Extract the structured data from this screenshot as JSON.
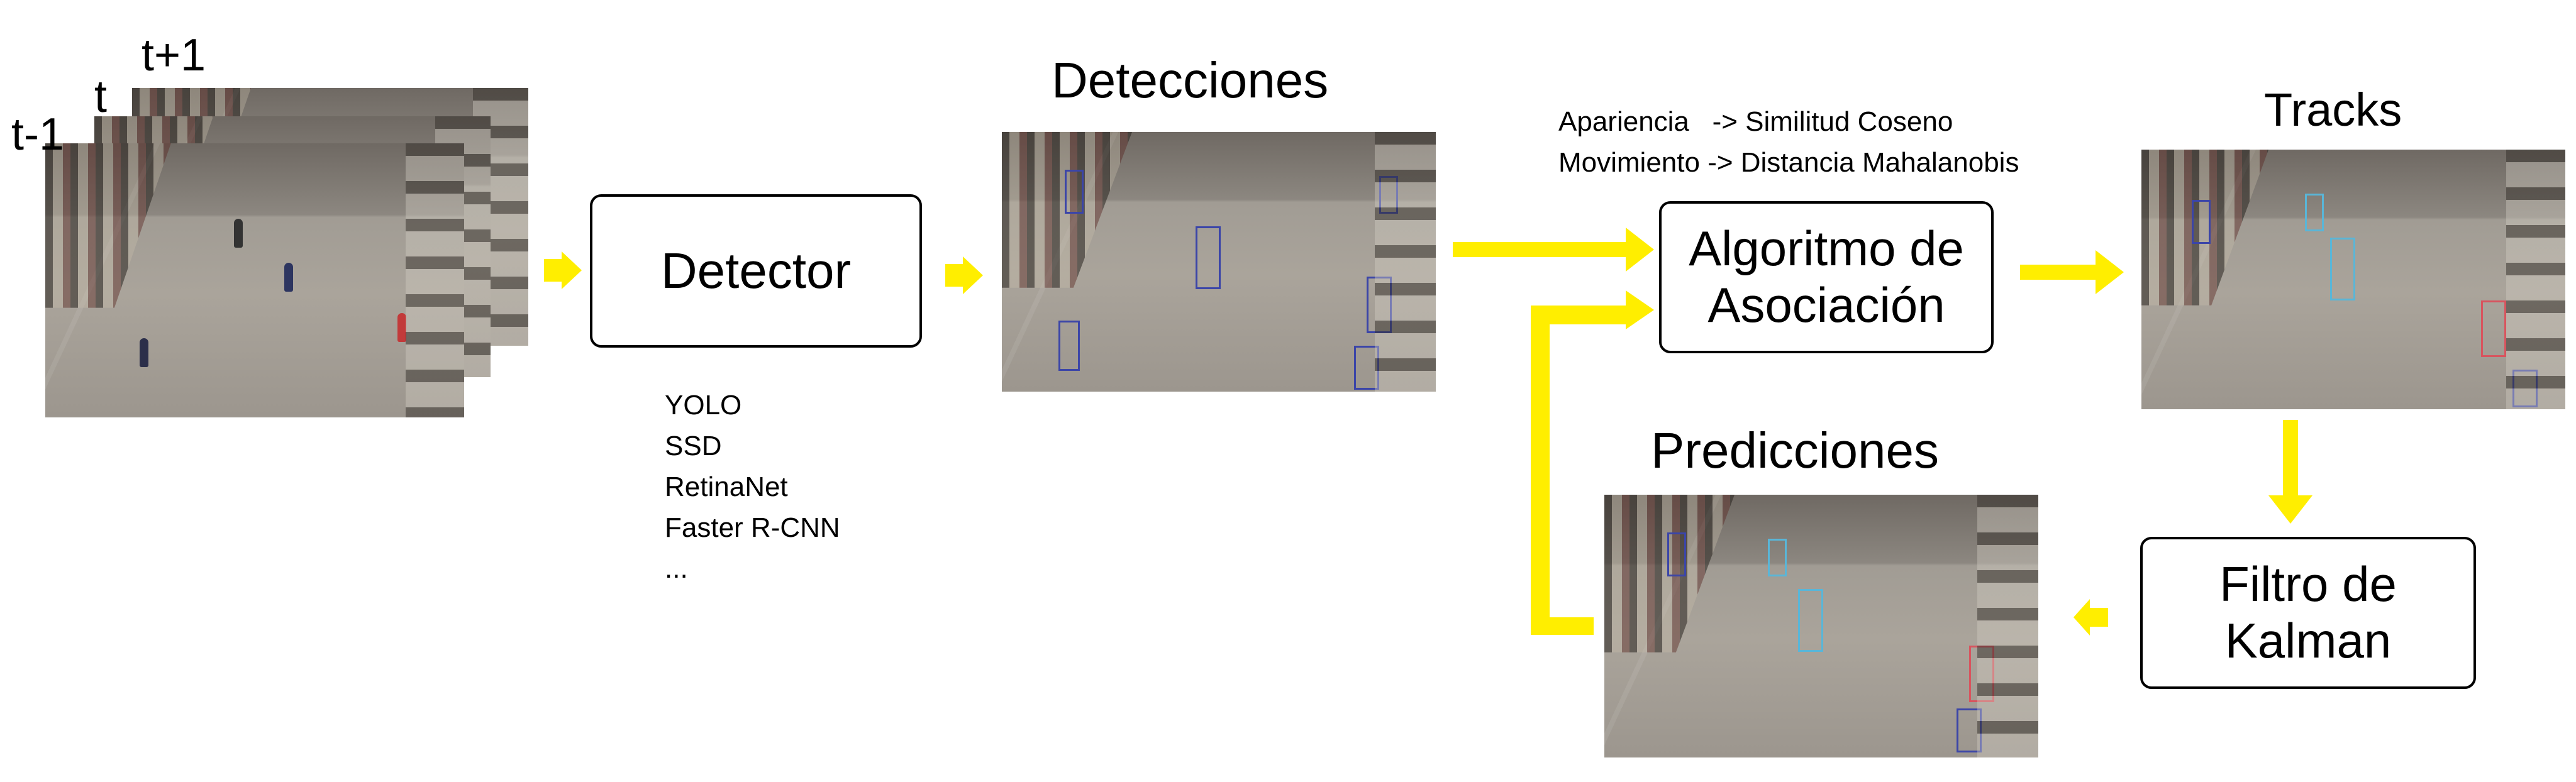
{
  "input_frames": {
    "prev_label": "t-1",
    "curr_label": "t",
    "next_label": "t+1"
  },
  "detector": {
    "label": "Detector",
    "models": [
      "YOLO",
      "SSD",
      "RetinaNet",
      "Faster R-CNN",
      "..."
    ]
  },
  "detections": {
    "title": "Detecciones"
  },
  "cost_terms": {
    "appearance": "Apariencia   -> Similitud Coseno",
    "motion": "Movimiento -> Distancia Mahalanobis"
  },
  "association": {
    "label": "Algoritmo de\nAsociación"
  },
  "tracks": {
    "title": "Tracks"
  },
  "kalman": {
    "label": "Filtro de\nKalman"
  },
  "predictions": {
    "title": "Predicciones"
  },
  "colors": {
    "arrow": "#ffee00",
    "detection_box": "#3b45a8",
    "track_box": "#59b6d8",
    "box_border": "#000000"
  }
}
